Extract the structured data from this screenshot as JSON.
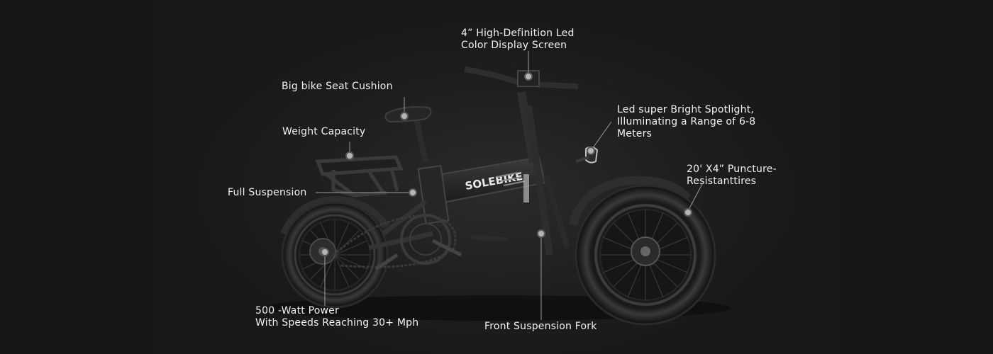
{
  "banner": {
    "brand": "SOLEBIKE",
    "features": {
      "display": {
        "line1": "4” High-Definition Led",
        "line2": "Color Display Screen"
      },
      "seat": {
        "line1": "Big bike Seat Cushion"
      },
      "spotlight": {
        "line1": "Led super Bright Spotlight,",
        "line2": "Illuminating a Range of 6-8",
        "line3": "Meters"
      },
      "capacity": {
        "line1": "Weight Capacity"
      },
      "tires": {
        "line1": "20' X4” Puncture-",
        "line2": "Resistanttires"
      },
      "suspension": {
        "line1": "Full Suspension"
      },
      "power": {
        "line1": "500 -Watt Power",
        "line2": "With Speeds Reaching 30+ Mph"
      },
      "fork": {
        "line1": "Front Suspension Fork"
      }
    }
  },
  "colors": {
    "background": "#141414",
    "text": "#f2f2f2",
    "leader": "#9a9a9a",
    "marker": "#b5b5b5"
  }
}
